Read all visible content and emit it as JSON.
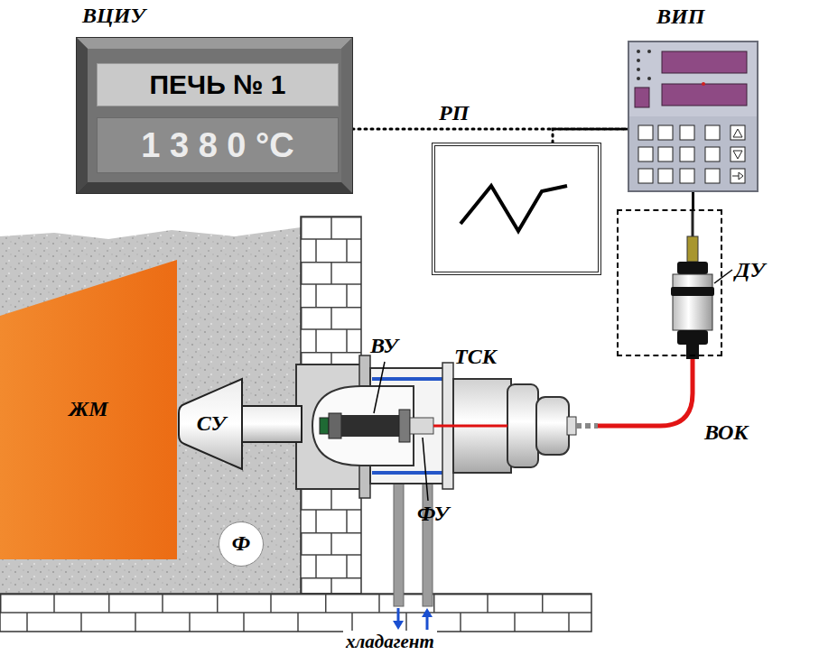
{
  "diagram": {
    "nodes": [
      {
        "text": [
          "ВЦИУ"
        ]
      },
      {
        "text": [
          "ПЕЧЬ № 1"
        ],
        "in": 0
      },
      {
        "text": [
          "1 3 8 0 °C"
        ],
        "in": 0
      },
      {
        "text": [
          "РП"
        ]
      },
      {
        "text": [
          "ВИП"
        ]
      },
      {
        "text": [
          "ДУ"
        ]
      },
      {
        "text": [
          "ЖМ"
        ]
      },
      {
        "text": [
          "СУ"
        ]
      },
      {
        "text": [
          "Ф"
        ]
      }
    ],
    "edges": [
      {
        "from": 0,
        "to": 4,
        "arrow": "none"
      },
      {
        "from": 3,
        "to": 4,
        "arrow": "none"
      },
      {
        "from": 4,
        "to": 5,
        "arrow": "none"
      }
    ],
    "labels": [
      "ВУ",
      "ТСК",
      "ФУ",
      "ВОК",
      "хладагент"
    ]
  }
}
